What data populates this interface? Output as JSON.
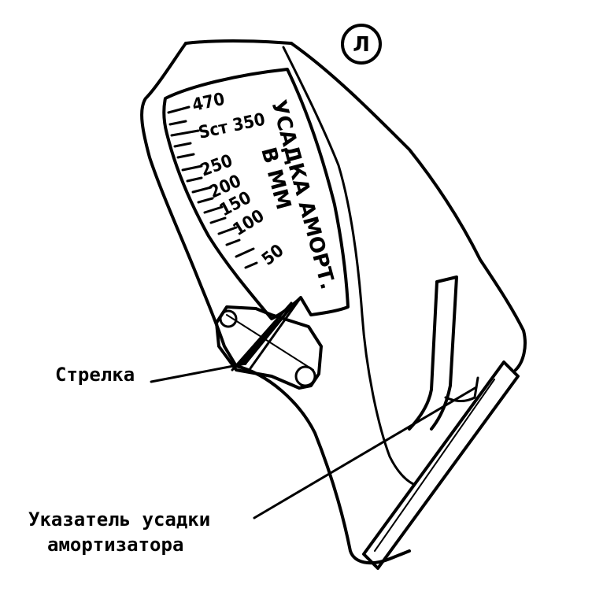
{
  "panel_letter": "Л",
  "scale": {
    "top_label": "470",
    "static_label": "Sст 350",
    "labels": [
      "250",
      "200",
      "150",
      "100",
      "50"
    ]
  },
  "scale_title_line1": "УСАДКА АМОРТ.",
  "scale_title_line2": "В ММ",
  "callouts": {
    "pointer": "Стрелка",
    "indicator_line1": "Указатель усадки",
    "indicator_line2": "амортизатора"
  },
  "colors": {
    "ink": "#000000",
    "paper": "#ffffff"
  }
}
